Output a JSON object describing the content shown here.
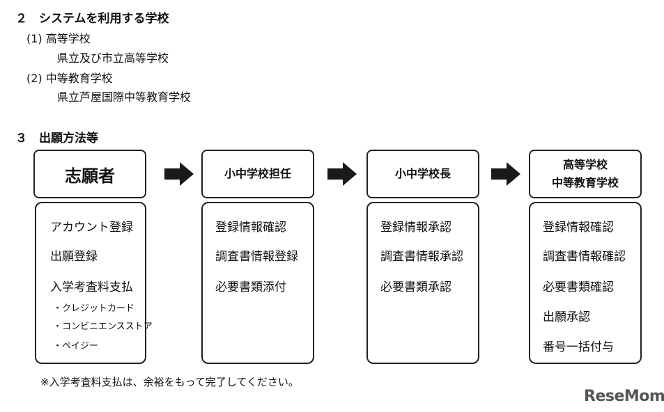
{
  "section2": {
    "title": "２　システムを利用する学校",
    "items": [
      {
        "label": "(1) 高等学校",
        "detail": "県立及び市立高等学校"
      },
      {
        "label": "(2) 中等教育学校",
        "detail": "県立芦屋国際中等教育学校"
      }
    ]
  },
  "section3": {
    "title": "３　出願方法等"
  },
  "flow": [
    {
      "heading": [
        "志願者"
      ],
      "items": [
        "アカウント登録",
        "出願登録",
        "入学考査料支払"
      ],
      "subitems": [
        "・クレジットカード",
        "・コンビニエンスストア",
        "・ペイジー"
      ]
    },
    {
      "heading": [
        "小中学校担任"
      ],
      "items": [
        "登録情報確認",
        "調査書情報登録",
        "必要書類添付"
      ],
      "subitems": []
    },
    {
      "heading": [
        "小中学校長"
      ],
      "items": [
        "登録情報承認",
        "調査書情報承認",
        "必要書類承認"
      ],
      "subitems": []
    },
    {
      "heading": [
        "高等学校",
        "中等教育学校"
      ],
      "items": [
        "登録情報確認",
        "調査書情報確認",
        "必要書類確認",
        "出願承認",
        "番号一括付与"
      ],
      "subitems": []
    }
  ],
  "footnote": "※入学考査料支払は、余裕をもって完了してください。",
  "brand": "ReseMom",
  "colors": {
    "border": "#222222",
    "arrow": "#1a1a1a",
    "brand": "#555555"
  }
}
